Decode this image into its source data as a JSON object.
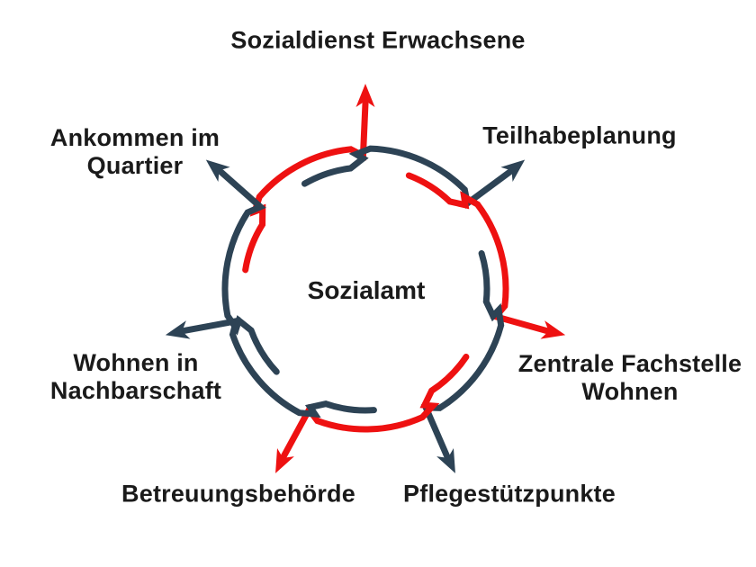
{
  "colors": {
    "red": "#ee1111",
    "navy": "#2d4355",
    "text": "#1a1a1a",
    "background": "#ffffff"
  },
  "center_label": "Sozialamt",
  "nodes": [
    {
      "id": "sozialdienst-erwachsene",
      "label_lines": [
        "Sozialdienst Erwachsene"
      ],
      "color": "red",
      "angle": 360
    },
    {
      "id": "teilhabeplanung",
      "label_lines": [
        "Teilhabeplanung"
      ],
      "color": "navy",
      "angle": 51
    },
    {
      "id": "zentrale-fachstelle-wohnen",
      "label_lines": [
        "Zentrale Fachstelle",
        "Wohnen"
      ],
      "color": "red",
      "angle": 103
    },
    {
      "id": "pflegestuetzpunkte",
      "label_lines": [
        "Pflegestützpunkte"
      ],
      "color": "navy",
      "angle": 154
    },
    {
      "id": "betreuungsbehoerde",
      "label_lines": [
        "Betreuungsbehörde"
      ],
      "color": "red",
      "angle": 206
    },
    {
      "id": "wohnen-in-nachbarschaft",
      "label_lines": [
        "Wohnen in",
        "Nachbarschaft"
      ],
      "color": "navy",
      "angle": 257
    },
    {
      "id": "ankommen-im-quartier",
      "label_lines": [
        "Ankommen im",
        "Quartier"
      ],
      "color": "navy",
      "angle": 309
    }
  ]
}
